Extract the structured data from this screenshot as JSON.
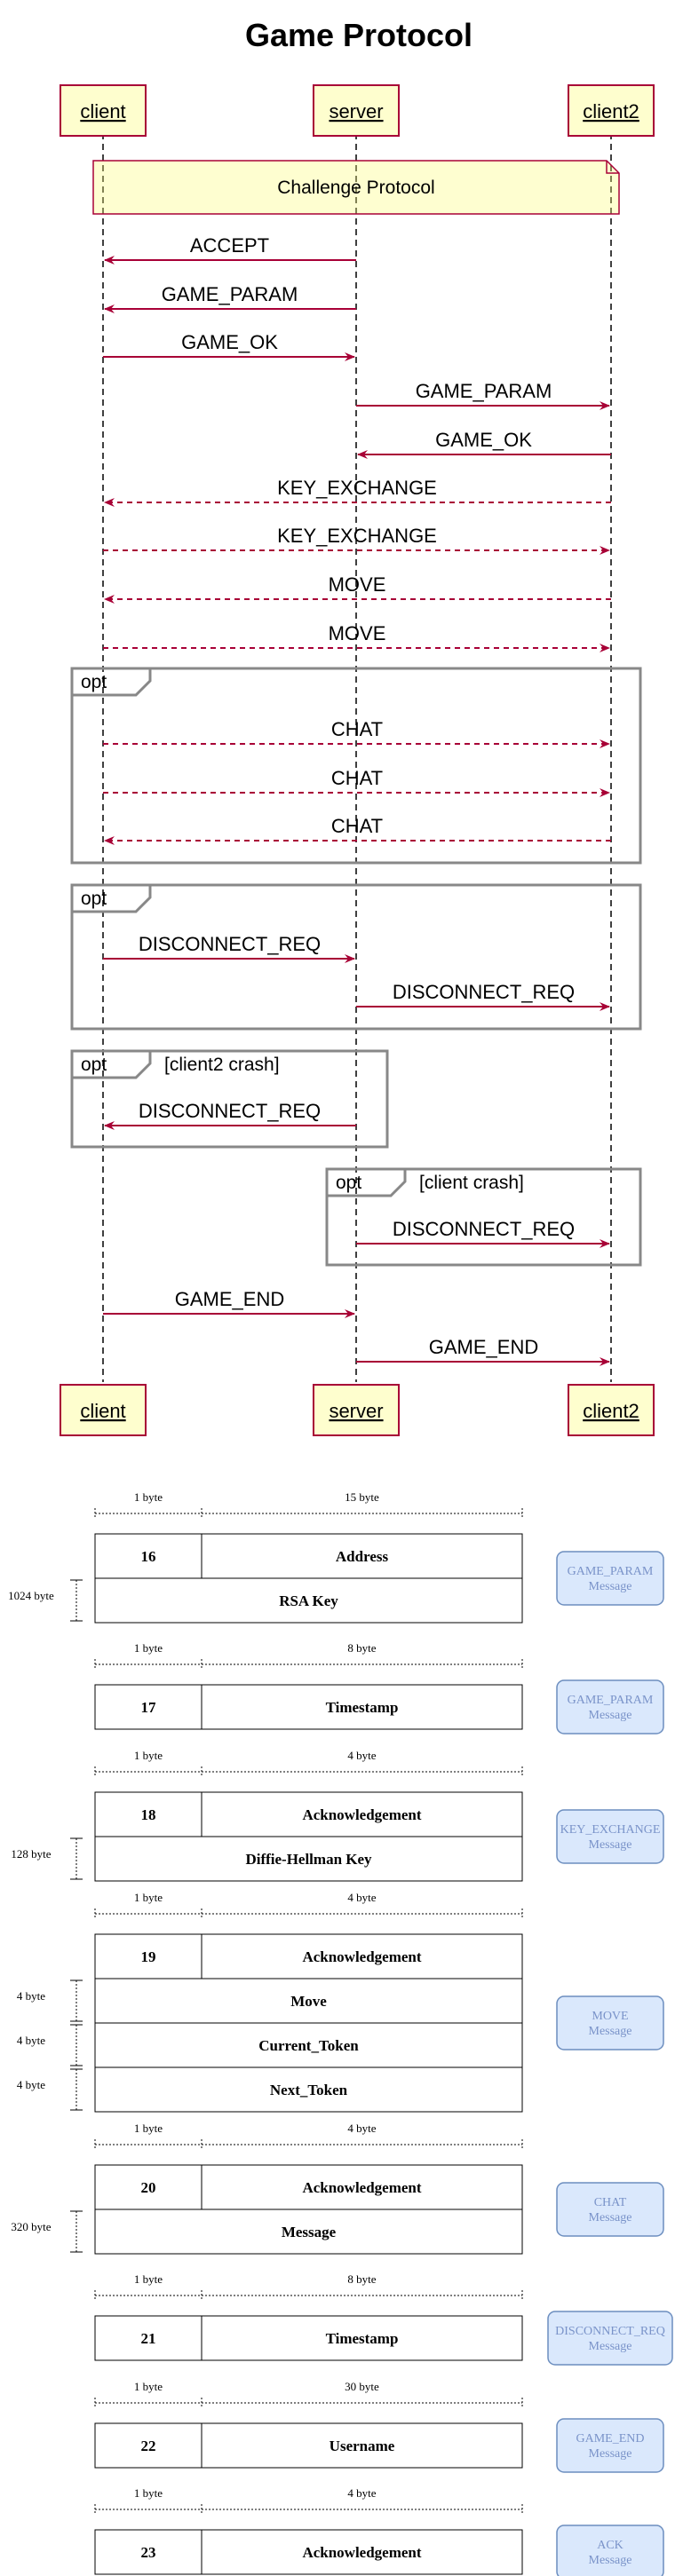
{
  "title": "Game Protocol",
  "participants": [
    "client",
    "server",
    "client2"
  ],
  "note": "Challenge Protocol",
  "messages": [
    {
      "from": 1,
      "to": 0,
      "label": "ACCEPT",
      "dashed": false
    },
    {
      "from": 1,
      "to": 0,
      "label": "GAME_PARAM",
      "dashed": false
    },
    {
      "from": 0,
      "to": 1,
      "label": "GAME_OK",
      "dashed": false
    },
    {
      "from": 1,
      "to": 2,
      "label": "GAME_PARAM",
      "dashed": false
    },
    {
      "from": 2,
      "to": 1,
      "label": "GAME_OK",
      "dashed": false
    },
    {
      "from": 2,
      "to": 0,
      "label": "KEY_EXCHANGE",
      "dashed": true
    },
    {
      "from": 0,
      "to": 2,
      "label": "KEY_EXCHANGE",
      "dashed": true
    },
    {
      "from": 2,
      "to": 0,
      "label": "MOVE",
      "dashed": true
    },
    {
      "from": 0,
      "to": 2,
      "label": "MOVE",
      "dashed": true
    },
    {
      "from": 0,
      "to": 2,
      "label": "CHAT",
      "dashed": true
    },
    {
      "from": 0,
      "to": 2,
      "label": "CHAT",
      "dashed": true
    },
    {
      "from": 2,
      "to": 0,
      "label": "CHAT",
      "dashed": true
    },
    {
      "from": 0,
      "to": 1,
      "label": "DISCONNECT_REQ",
      "dashed": false
    },
    {
      "from": 1,
      "to": 2,
      "label": "DISCONNECT_REQ",
      "dashed": false
    },
    {
      "from": 1,
      "to": 0,
      "label": "DISCONNECT_REQ",
      "dashed": false
    },
    {
      "from": 1,
      "to": 2,
      "label": "DISCONNECT_REQ",
      "dashed": false
    },
    {
      "from": 0,
      "to": 1,
      "label": "GAME_END",
      "dashed": false
    },
    {
      "from": 1,
      "to": 2,
      "label": "GAME_END",
      "dashed": false
    }
  ],
  "fragments": [
    {
      "keyword": "opt",
      "guard": ""
    },
    {
      "keyword": "opt",
      "guard": ""
    },
    {
      "keyword": "opt",
      "guard": "[client2 crash]"
    },
    {
      "keyword": "opt",
      "guard": "[client crash]"
    }
  ],
  "packets": [
    {
      "top_labels": [
        "1 byte",
        "15 byte"
      ],
      "id": "16",
      "field": "Address",
      "rows": [
        {
          "size": "1024 byte",
          "name": "RSA Key"
        }
      ],
      "message": [
        "GAME_PARAM",
        "Message"
      ]
    },
    {
      "top_labels": [
        "1 byte",
        "8 byte"
      ],
      "id": "17",
      "field": "Timestamp",
      "rows": [],
      "message": [
        "GAME_PARAM",
        "Message"
      ]
    },
    {
      "top_labels": [
        "1 byte",
        "4 byte"
      ],
      "id": "18",
      "field": "Acknowledgement",
      "rows": [
        {
          "size": "128 byte",
          "name": "Diffie-Hellman Key"
        }
      ],
      "message": [
        "KEY_EXCHANGE",
        "Message"
      ]
    },
    {
      "top_labels": [
        "1 byte",
        "4 byte"
      ],
      "id": "19",
      "field": "Acknowledgement",
      "rows": [
        {
          "size": "4 byte",
          "name": "Move"
        },
        {
          "size": "4 byte",
          "name": "Current_Token"
        },
        {
          "size": "4 byte",
          "name": "Next_Token"
        }
      ],
      "message": [
        "MOVE",
        "Message"
      ]
    },
    {
      "top_labels": [
        "1 byte",
        "4 byte"
      ],
      "id": "20",
      "field": "Acknowledgement",
      "rows": [
        {
          "size": "320 byte",
          "name": "Message"
        }
      ],
      "message": [
        "CHAT",
        "Message"
      ]
    },
    {
      "top_labels": [
        "1 byte",
        "8 byte"
      ],
      "id": "21",
      "field": "Timestamp",
      "rows": [],
      "message": [
        "DISCONNECT_REQ",
        "Message"
      ]
    },
    {
      "top_labels": [
        "1 byte",
        "30 byte"
      ],
      "id": "22",
      "field": "Username",
      "rows": [],
      "message": [
        "GAME_END",
        "Message"
      ]
    },
    {
      "top_labels": [
        "1 byte",
        "4 byte"
      ],
      "id": "23",
      "field": "Acknowledgement",
      "rows": [],
      "message": [
        "ACK",
        "Message"
      ]
    }
  ],
  "colors": {
    "arrow": "#a80036",
    "participant_fill": "#fefece",
    "participant_stroke": "#a80036",
    "fragment_stroke": "#888888",
    "badge_fill": "#dae8fc",
    "badge_stroke": "#6c8ebf",
    "badge_text": "#7a93c9"
  }
}
